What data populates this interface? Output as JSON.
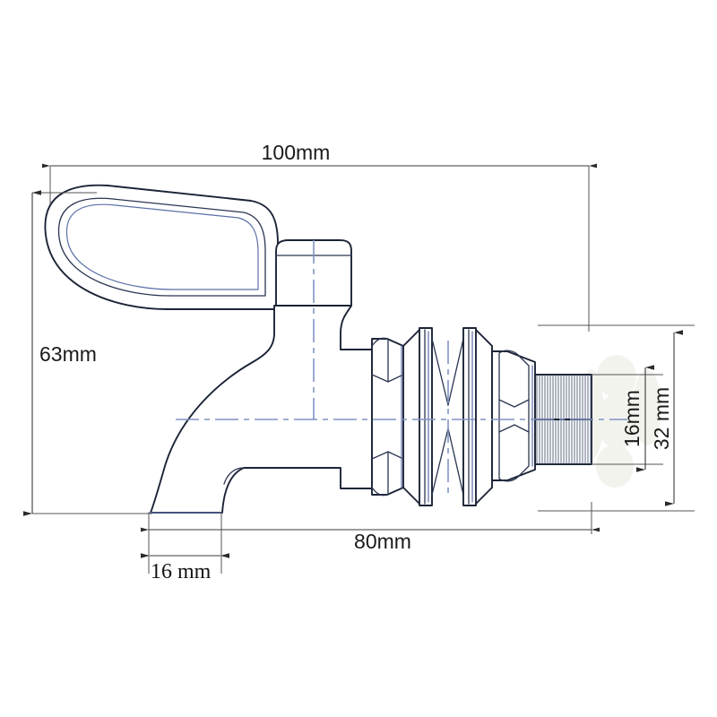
{
  "drawing": {
    "title": "Faucet Tap Dimensional Drawing",
    "background_color": "#ffffff",
    "line_color": "#1b2436",
    "centerline_color": "#8094c4",
    "dimension_color": "#3a3a3a"
  },
  "dimensions": {
    "overall_length": {
      "label": "100mm",
      "value": 100,
      "unit": "mm",
      "orientation": "horizontal",
      "position": "top"
    },
    "overall_height": {
      "label": "63mm",
      "value": 63,
      "unit": "mm",
      "orientation": "vertical",
      "position": "left"
    },
    "body_length": {
      "label": "80mm",
      "value": 80,
      "unit": "mm",
      "orientation": "horizontal",
      "position": "bottom"
    },
    "spout_width": {
      "label": "16 mm",
      "value": 16,
      "unit": "mm",
      "orientation": "horizontal",
      "position": "bottom-left"
    },
    "thread_diameter": {
      "label": "16mm",
      "value": 16,
      "unit": "mm",
      "orientation": "vertical",
      "position": "right-inner"
    },
    "flange_diameter": {
      "label": "32 mm",
      "value": 32,
      "unit": "mm",
      "orientation": "vertical",
      "position": "right-outer"
    }
  },
  "parts": [
    {
      "name": "lever-handle",
      "description": "Elongated oval lever handle"
    },
    {
      "name": "bonnet-cap",
      "description": "Valve bonnet cap"
    },
    {
      "name": "spout-body",
      "description": "Curved faucet spout body"
    },
    {
      "name": "hex-nut-inner",
      "description": "Inner hexagonal nut"
    },
    {
      "name": "washer-front",
      "description": "Front sealing washer flange"
    },
    {
      "name": "washer-rear",
      "description": "Rear sealing washer flange"
    },
    {
      "name": "hex-nut-outer",
      "description": "Outer hexagonal lock nut"
    },
    {
      "name": "threaded-shank",
      "description": "Threaded male shank"
    }
  ]
}
